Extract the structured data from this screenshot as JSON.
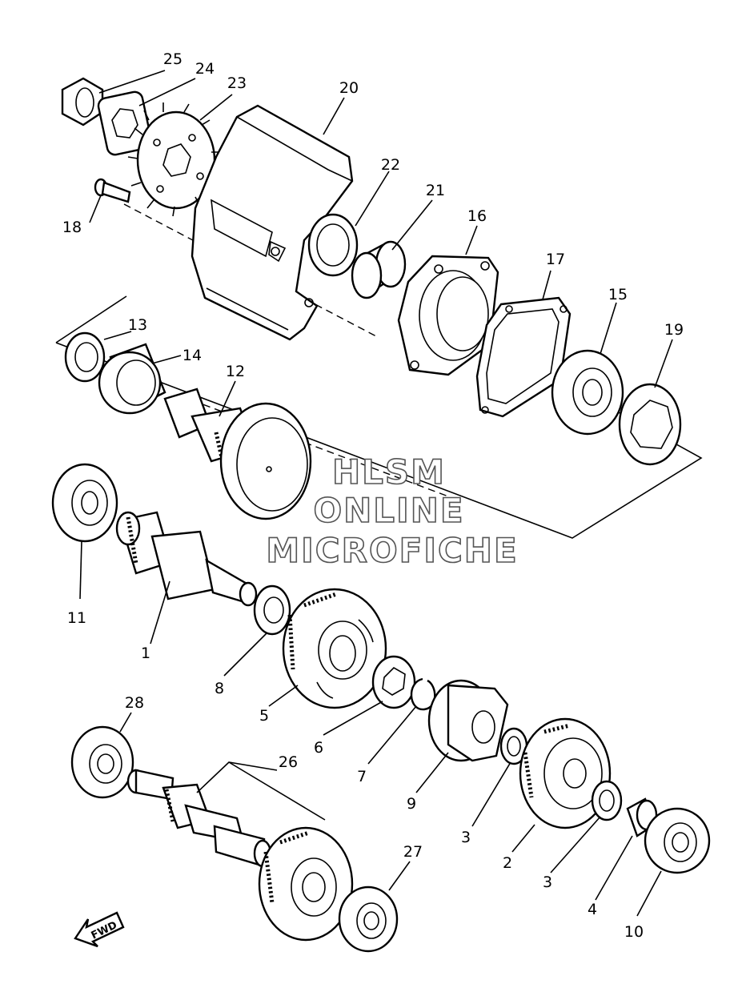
{
  "watermark": {
    "line1": "HLSM",
    "line2": "ONLINE",
    "line3": "MICROFICHE"
  },
  "direction_label": "FWD",
  "part_numbers": {
    "p1": "1",
    "p2a": "2",
    "p3a": "3",
    "p3b": "3",
    "p4": "4",
    "p5": "5",
    "p6": "6",
    "p7": "7",
    "p8": "8",
    "p9": "9",
    "p10": "10",
    "p11": "11",
    "p12": "12",
    "p13": "13",
    "p14": "14",
    "p15": "15",
    "p16": "16",
    "p17": "17",
    "p18": "18",
    "p19": "19",
    "p20": "20",
    "p21": "21",
    "p22": "22",
    "p23": "23",
    "p24": "24",
    "p25": "25",
    "p26": "26",
    "p27": "27",
    "p28": "28"
  },
  "colors": {
    "line": "#000000",
    "watermark_outline": "#555555",
    "background": "#ffffff"
  }
}
